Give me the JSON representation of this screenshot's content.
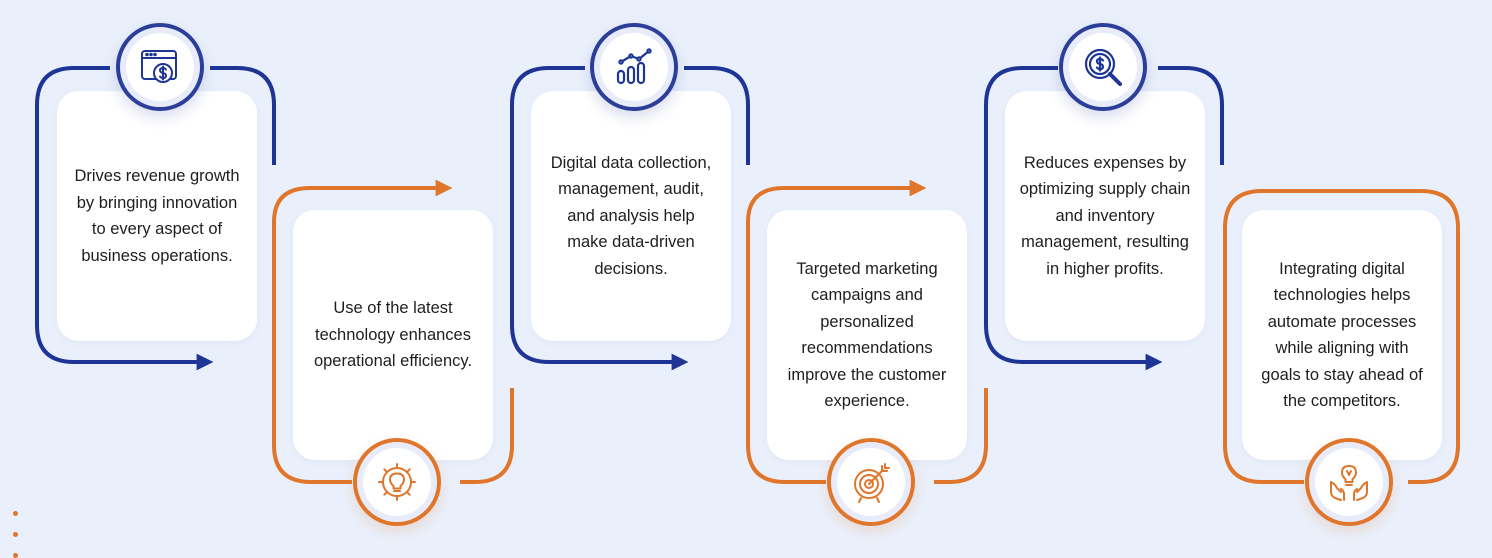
{
  "colors": {
    "blue": "#1f3596",
    "orange": "#e0762b",
    "background": "#eaf0fb"
  },
  "steps": [
    {
      "text": "Drives revenue growth by bringing innovation to every aspect of business operations.",
      "icon": "dollar-browser-icon",
      "color": "blue"
    },
    {
      "text": "Use of the latest technology enhances operational efficiency.",
      "icon": "gear-lightbulb-icon",
      "color": "orange"
    },
    {
      "text": "Digital data collection, management, audit, and analysis help make data-driven decisions.",
      "icon": "bar-chart-trend-icon",
      "color": "blue"
    },
    {
      "text": "Targeted marketing campaigns and personalized recommendations improve the customer experience.",
      "icon": "target-arrow-icon",
      "color": "orange"
    },
    {
      "text": "Reduces expenses by optimizing supply chain and inventory management, resulting in higher profits.",
      "icon": "dollar-magnifier-icon",
      "color": "blue"
    },
    {
      "text": "Integrating digital technologies helps automate processes while aligning with goals to stay ahead of the competitors.",
      "icon": "hands-lightbulb-icon",
      "color": "orange"
    }
  ]
}
